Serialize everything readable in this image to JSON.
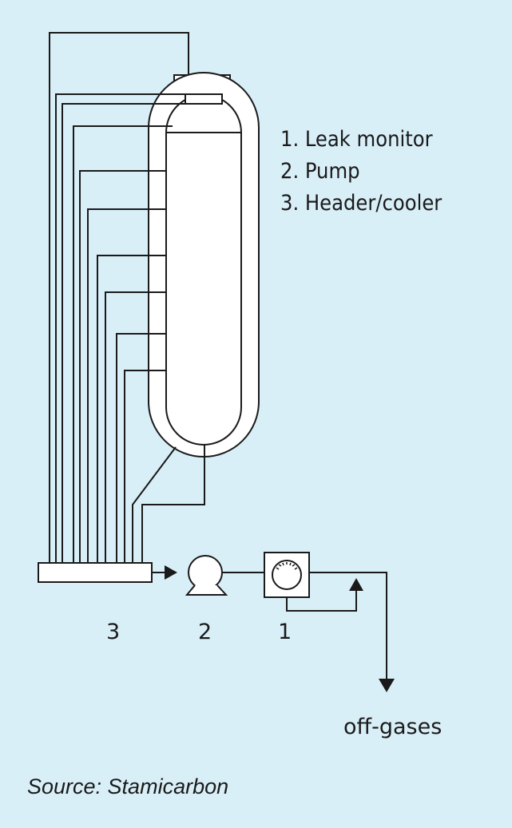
{
  "legend": {
    "item1": "1. Leak monitor",
    "item2": "2. Pump",
    "item3": "3. Header/cooler"
  },
  "labels": {
    "header_num": "3",
    "pump_num": "2",
    "monitor_num": "1",
    "outlet": "off-gases"
  },
  "source": "Source: Stamicarbon",
  "colors": {
    "background": "#d9eff8",
    "line": "#1a1a1a",
    "fill": "#ffffff"
  }
}
